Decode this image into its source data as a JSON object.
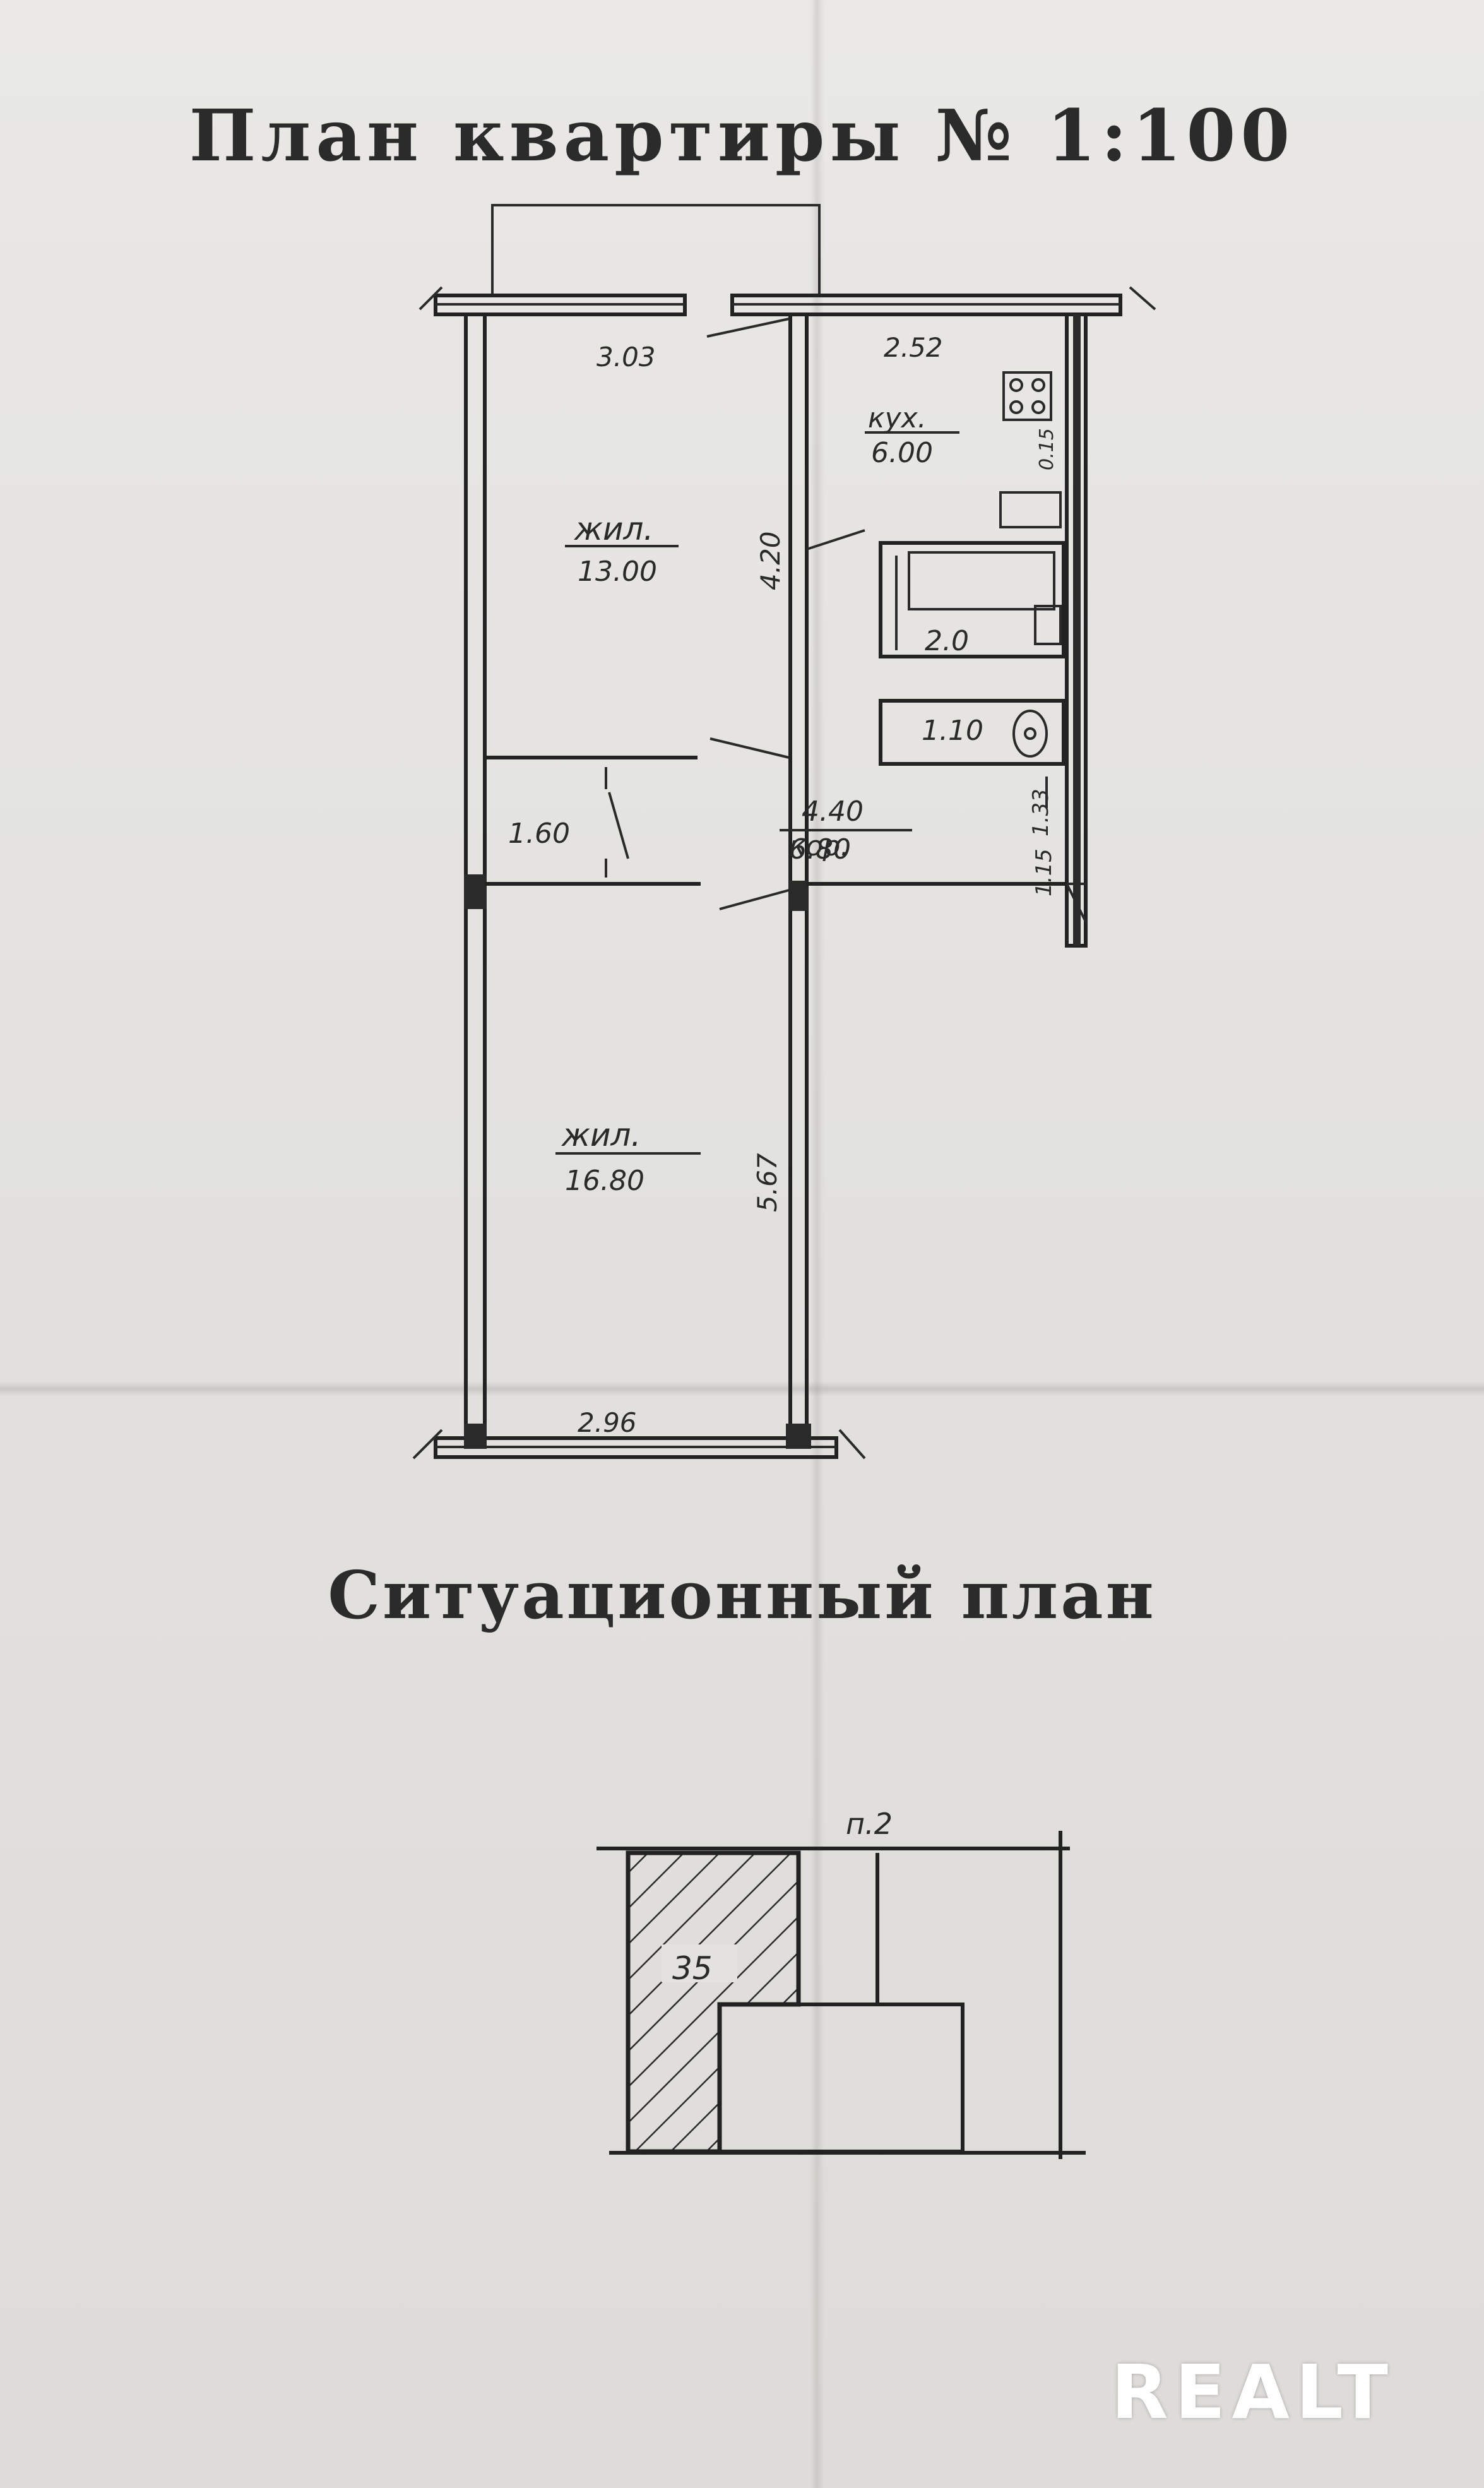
{
  "document": {
    "plan_title": "План квартиры № 1:100",
    "situation_title": "Ситуационный план",
    "watermark": "REALT"
  },
  "floor_plan": {
    "living_room_1": {
      "label": "жил.",
      "area": "13.00"
    },
    "kitchen": {
      "label": "кух.",
      "area": "6.00"
    },
    "bathroom": {
      "area": "2.0"
    },
    "toilet": {
      "area": "1.10"
    },
    "storage": {
      "area": "1.60"
    },
    "hallway": {
      "label": "кор.",
      "area": "6.80"
    },
    "living_room_2": {
      "label": "жил.",
      "area": "16.80"
    },
    "dimensions": {
      "top_left_width": "3.03",
      "top_right_width": "2.52",
      "upper_room_depth": "4.20",
      "hall_length": "4.40",
      "lower_room_depth": "5.67",
      "bottom_width": "2.96",
      "side_small_1": "1.33",
      "side_small_2": "1.15",
      "stove_depth": "0.15"
    }
  },
  "situation_plan": {
    "street_label": "п.2",
    "building_number": "35"
  }
}
